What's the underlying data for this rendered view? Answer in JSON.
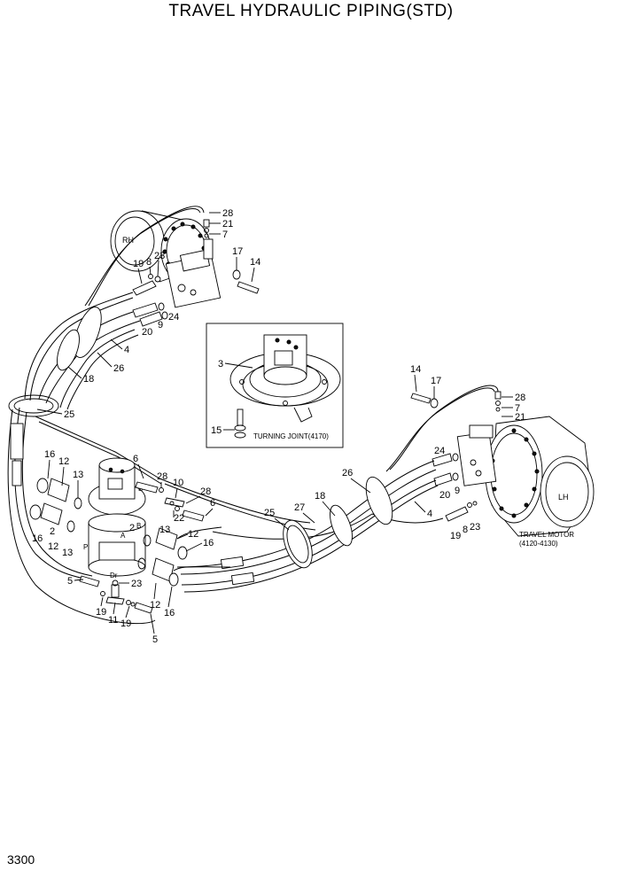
{
  "title": "TRAVEL HYDRAULIC PIPING(STD)",
  "page_number": "3300",
  "inset_caption": "TURNING JOINT(4170)",
  "travel_motor_caption": [
    "TRAVEL MOTOR",
    "(4120-4130)"
  ],
  "side_labels": {
    "rh": "RH",
    "lh": "LH"
  },
  "port_letters": {
    "p": "P",
    "a": "A",
    "b": "B",
    "dr": "Dr"
  },
  "callouts": {
    "c28a": "28",
    "c21a": "21",
    "c7a": "7",
    "c17a": "17",
    "c14a": "14",
    "c19a": "19",
    "c8a": "8",
    "c23a": "23",
    "c24a": "24",
    "c9a": "9",
    "c20a": "20",
    "c4a": "4",
    "c26a": "26",
    "c18a": "18",
    "c25a": "25",
    "c3": "3",
    "c15": "15",
    "c14b": "14",
    "c17b": "17",
    "c28b": "28",
    "c7b": "7",
    "c21b": "21",
    "c24b": "24",
    "c9b": "9",
    "c20b": "20",
    "c4b": "4",
    "c19b": "19",
    "c8b": "8",
    "c23b": "23",
    "c26b": "26",
    "c18b": "18",
    "c27": "27",
    "c25b": "25",
    "c6a": "6",
    "c28c": "28",
    "c10": "10",
    "c28d": "28",
    "c6b": "6",
    "c22": "22",
    "c16a": "16",
    "c12a": "12",
    "c13a": "13",
    "c2a": "2",
    "c13b": "13",
    "c12b": "12",
    "c16b": "16",
    "c13c": "13",
    "c12c": "12",
    "c16c": "16",
    "c2b": "2",
    "c23c": "23",
    "c12d": "12",
    "c16d": "16",
    "c5a": "5",
    "c19c": "19",
    "c11": "11",
    "c19d": "19",
    "c5b": "5"
  }
}
